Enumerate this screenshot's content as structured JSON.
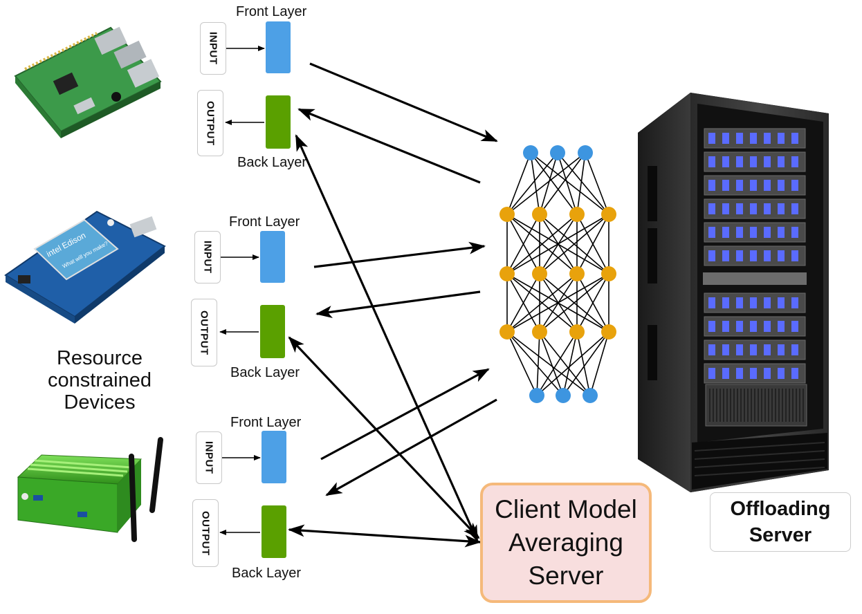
{
  "devices": [
    {
      "name": "raspberry-pi",
      "input_label": "INPUT",
      "output_label": "OUTPUT",
      "front_label": "Front Layer",
      "back_label": "Back Layer"
    },
    {
      "name": "intel-edison",
      "input_label": "INPUT",
      "output_label": "OUTPUT",
      "front_label": "Front Layer",
      "back_label": "Back Layer",
      "board_text": "intel Edison",
      "board_subtext": "What will you make?"
    },
    {
      "name": "fanless-mini-pc",
      "input_label": "INPUT",
      "output_label": "OUTPUT",
      "front_label": "Front Layer",
      "back_label": "Back Layer"
    }
  ],
  "caption": {
    "line1": "Resource",
    "line2": "constrained",
    "line3": "Devices"
  },
  "averaging_server": {
    "line1": "Client Model",
    "line2": "Averaging",
    "line3": "Server"
  },
  "offloading_server": {
    "line1": "Offloading",
    "line2": "Server"
  },
  "colors": {
    "front_layer": "#4da0e6",
    "back_layer": "#5aa000",
    "nn_io_node": "#3d95e0",
    "nn_hidden_node": "#e8a20c",
    "averaging_fill": "#f8dede",
    "averaging_border": "#f5b97a"
  },
  "neural_network": {
    "layers": [
      3,
      4,
      4,
      4,
      3
    ]
  }
}
